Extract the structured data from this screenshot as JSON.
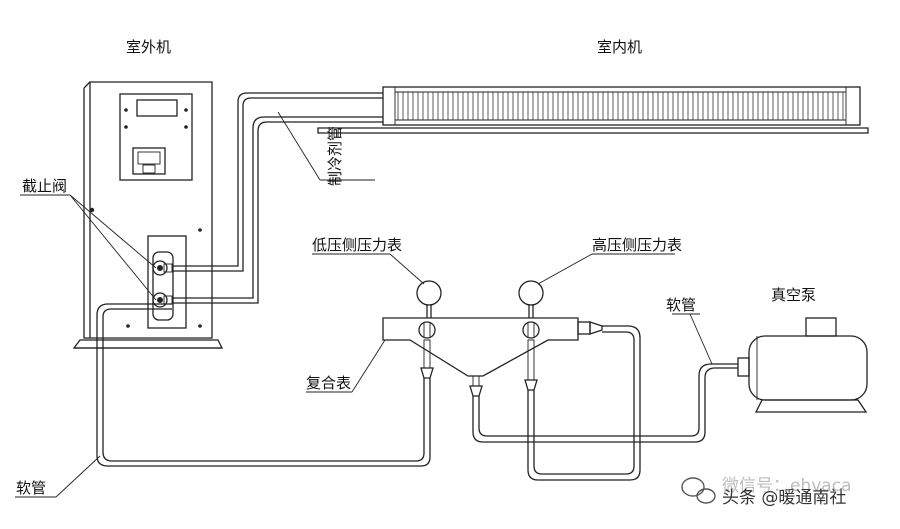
{
  "labels": {
    "outdoor_unit": "室外机",
    "indoor_unit": "室内机",
    "shutoff_valve": "截止阀",
    "refrigerant_pipe": "制冷剂管",
    "low_pressure_gauge": "低压侧压力表",
    "high_pressure_gauge": "高压侧压力表",
    "hose_right": "软管",
    "vacuum_pump": "真空泵",
    "compound_gauge": "复合表",
    "hose_left": "软管"
  },
  "watermark": {
    "text_faint": "微信号：ehvaca",
    "text_main": "头条 @暖通南社"
  }
}
